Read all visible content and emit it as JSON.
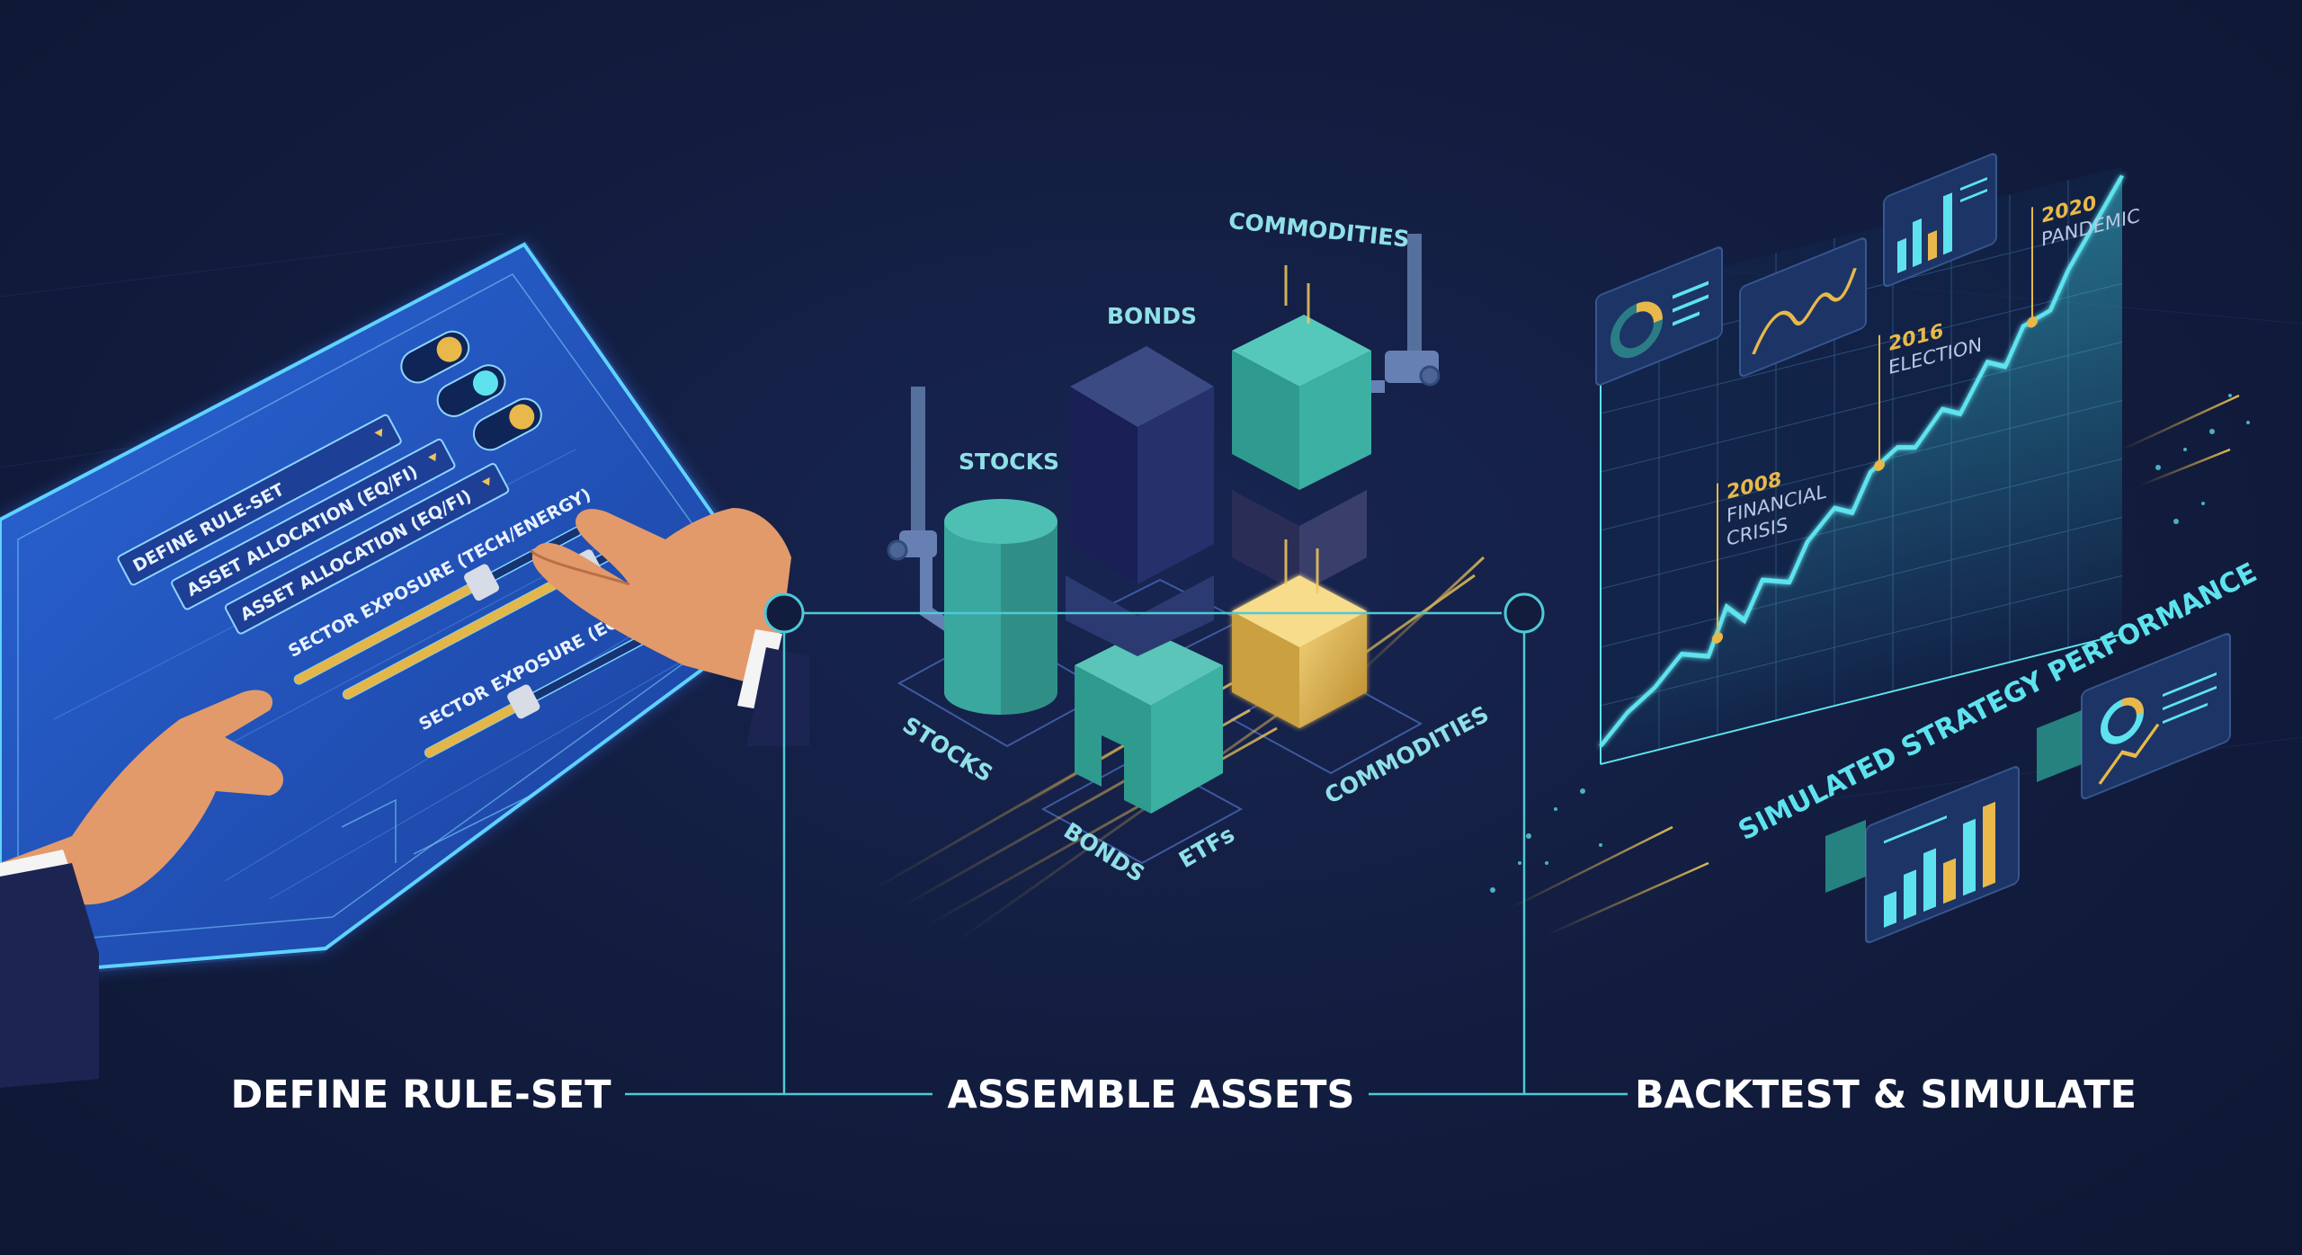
{
  "rule_panel": {
    "fields": {
      "define": "DEFINE RULE-SET",
      "alloc1": "ASSET ALLOCATION (EQ/FI)",
      "alloc2": "ASSET ALLOCATION (EQ/FI)",
      "sector1": "SECTOR EXPOSURE (TECH/ENERGY)",
      "sector2": "SECTOR EXPOSURE (ECNNEY)"
    }
  },
  "assets": {
    "stocks_top": "STOCKS",
    "bonds_top": "BONDS",
    "commodities_top": "COMMODITIES",
    "stocks_floor": "STOCKS",
    "bonds_floor": "BONDS",
    "etfs_floor": "ETFs",
    "commodities_floor": "COMMODITIES"
  },
  "backtest": {
    "event1_year": "2008",
    "event1_line1": "FINANCIAL",
    "event1_line2": "CRISIS",
    "event2_year": "2016",
    "event2_line1": "ELECTION",
    "event3_year": "2020",
    "event3_line1": "PANDEMIC",
    "chart_title": "SIMULATED STRATEGY PERFORMANCE"
  },
  "steps": {
    "step1": "DEFINE RULE-SET",
    "step2": "ASSEMBLE ASSETS",
    "step3": "BACKTEST & SIMULATE"
  },
  "colors": {
    "background": "#121c3d",
    "teal": "#3fb8ad",
    "cyan": "#5ee3ee",
    "gold": "#e8b84a",
    "panel_blue": "#2459c4",
    "text": "#ffffff"
  }
}
